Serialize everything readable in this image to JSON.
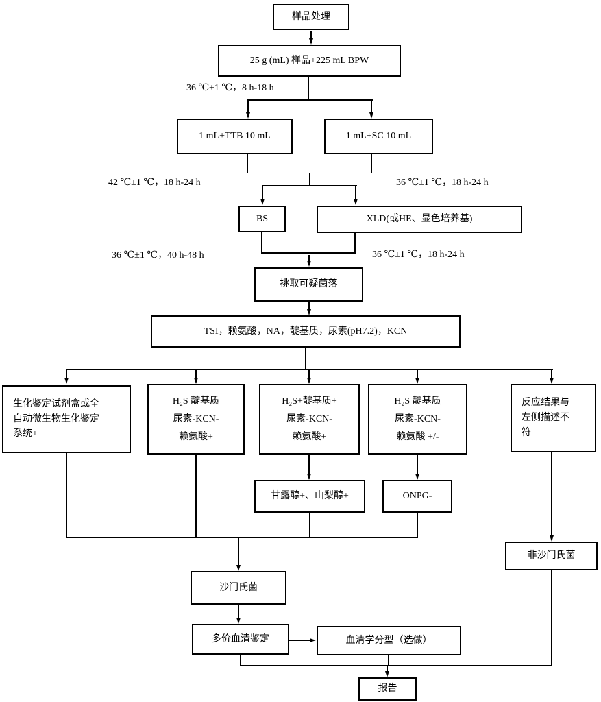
{
  "diagram": {
    "nodes": {
      "sample": {
        "label": "样品处理"
      },
      "bpw": {
        "label": "25 g (mL) 样品+225 mL BPW"
      },
      "ttb": {
        "label": "1 mL+TTB 10 mL"
      },
      "sc": {
        "label": "1 mL+SC 10 mL"
      },
      "bs": {
        "label": "BS"
      },
      "xld": {
        "label": "XLD(或HE、显色培养基)"
      },
      "pick_colony": {
        "label": "挑取可疑菌落"
      },
      "tsi": {
        "label": "TSI，赖氨酸，NA，靛基质，尿素(pH7.2)，KCN"
      },
      "biochem_kit": {
        "lines": [
          "生化鉴定试剂盒或全",
          "自动微生物生化鉴定",
          "系统+"
        ]
      },
      "group_a": {
        "lines": [
          "H₂S 靛基质",
          "尿素-KCN-",
          "赖氨酸+"
        ]
      },
      "group_b": {
        "lines": [
          "H₂S+靛基质+",
          "尿素-KCN-",
          "赖氨酸+"
        ]
      },
      "group_c": {
        "lines": [
          "H₂S 靛基质",
          "尿素-KCN-",
          "赖氨酸 +/-"
        ]
      },
      "mismatch": {
        "lines": [
          "反应结果与",
          "左侧描述不",
          "符"
        ]
      },
      "mannitol_sorbitol": {
        "label": "甘露醇+、山梨醇+"
      },
      "onpg": {
        "label": "ONPG-"
      },
      "non_salmonella": {
        "label": "非沙门氏菌"
      },
      "salmonella": {
        "label": "沙门氏菌"
      },
      "polyvalent_serum": {
        "label": "多价血清鉴定"
      },
      "serotyping": {
        "label": "血清学分型（选做）"
      },
      "report": {
        "label": "报告"
      }
    },
    "edge_labels": {
      "pre_enrichment": "36 ℃±1 ℃，8 h-18 h",
      "ttb_incubation": "42 ℃±1 ℃，18 h-24 h",
      "sc_incubation": "36 ℃±1 ℃，18 h-24 h",
      "bs_incubation": "36 ℃±1 ℃，40 h-48 h",
      "xld_incubation": "36 ℃±1 ℃，18 h-24 h"
    },
    "colors": {
      "line": "#000000",
      "background": "#ffffff"
    }
  }
}
